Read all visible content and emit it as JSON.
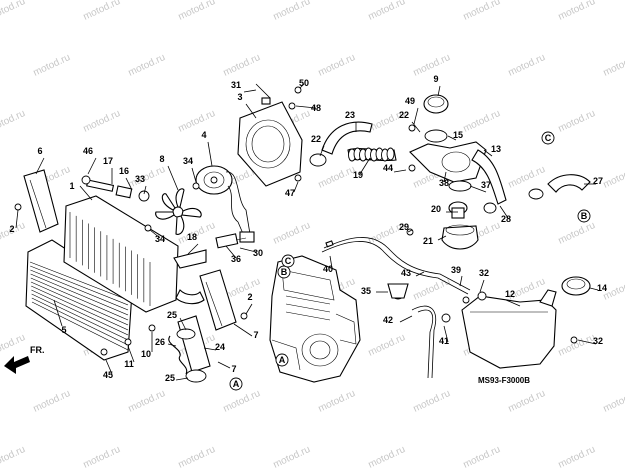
{
  "watermark_text": "motod.ru",
  "diagram_code": "MS93-F3000B",
  "direction_label": "FR.",
  "callouts": [
    {
      "id": "c1",
      "text": "1"
    },
    {
      "id": "c2a",
      "text": "2"
    },
    {
      "id": "c2b",
      "text": "2"
    },
    {
      "id": "c3",
      "text": "3"
    },
    {
      "id": "c4",
      "text": "4"
    },
    {
      "id": "c5",
      "text": "5"
    },
    {
      "id": "c6",
      "text": "6"
    },
    {
      "id": "c7a",
      "text": "7"
    },
    {
      "id": "c7b",
      "text": "7"
    },
    {
      "id": "c8",
      "text": "8"
    },
    {
      "id": "c9",
      "text": "9"
    },
    {
      "id": "c10",
      "text": "10"
    },
    {
      "id": "c11",
      "text": "11"
    },
    {
      "id": "c12",
      "text": "12"
    },
    {
      "id": "c13",
      "text": "13"
    },
    {
      "id": "c14",
      "text": "14"
    },
    {
      "id": "c15",
      "text": "15"
    },
    {
      "id": "c16",
      "text": "16"
    },
    {
      "id": "c17",
      "text": "17"
    },
    {
      "id": "c18",
      "text": "18"
    },
    {
      "id": "c19",
      "text": "19"
    },
    {
      "id": "c20",
      "text": "20"
    },
    {
      "id": "c21",
      "text": "21"
    },
    {
      "id": "c22a",
      "text": "22"
    },
    {
      "id": "c22b",
      "text": "22"
    },
    {
      "id": "c23",
      "text": "23"
    },
    {
      "id": "c24",
      "text": "24"
    },
    {
      "id": "c25a",
      "text": "25"
    },
    {
      "id": "c25b",
      "text": "25"
    },
    {
      "id": "c26",
      "text": "26"
    },
    {
      "id": "c27",
      "text": "27"
    },
    {
      "id": "c28",
      "text": "28"
    },
    {
      "id": "c29",
      "text": "29"
    },
    {
      "id": "c30",
      "text": "30"
    },
    {
      "id": "c31",
      "text": "31"
    },
    {
      "id": "c32a",
      "text": "32"
    },
    {
      "id": "c32b",
      "text": "32"
    },
    {
      "id": "c33",
      "text": "33"
    },
    {
      "id": "c34a",
      "text": "34"
    },
    {
      "id": "c34b",
      "text": "34"
    },
    {
      "id": "c35",
      "text": "35"
    },
    {
      "id": "c36",
      "text": "36"
    },
    {
      "id": "c37",
      "text": "37"
    },
    {
      "id": "c38",
      "text": "38"
    },
    {
      "id": "c39",
      "text": "39"
    },
    {
      "id": "c40",
      "text": "40"
    },
    {
      "id": "c41",
      "text": "41"
    },
    {
      "id": "c42",
      "text": "42"
    },
    {
      "id": "c43",
      "text": "43"
    },
    {
      "id": "c44",
      "text": "44"
    },
    {
      "id": "c45",
      "text": "45"
    },
    {
      "id": "c46",
      "text": "46"
    },
    {
      "id": "c47",
      "text": "47"
    },
    {
      "id": "c48",
      "text": "48"
    },
    {
      "id": "c49",
      "text": "49"
    },
    {
      "id": "c50",
      "text": "50"
    }
  ],
  "ref_markers": [
    {
      "id": "rA1",
      "text": "A"
    },
    {
      "id": "rA2",
      "text": "A"
    },
    {
      "id": "rB1",
      "text": "B"
    },
    {
      "id": "rB2",
      "text": "B"
    },
    {
      "id": "rC1",
      "text": "C"
    },
    {
      "id": "rC2",
      "text": "C"
    }
  ]
}
